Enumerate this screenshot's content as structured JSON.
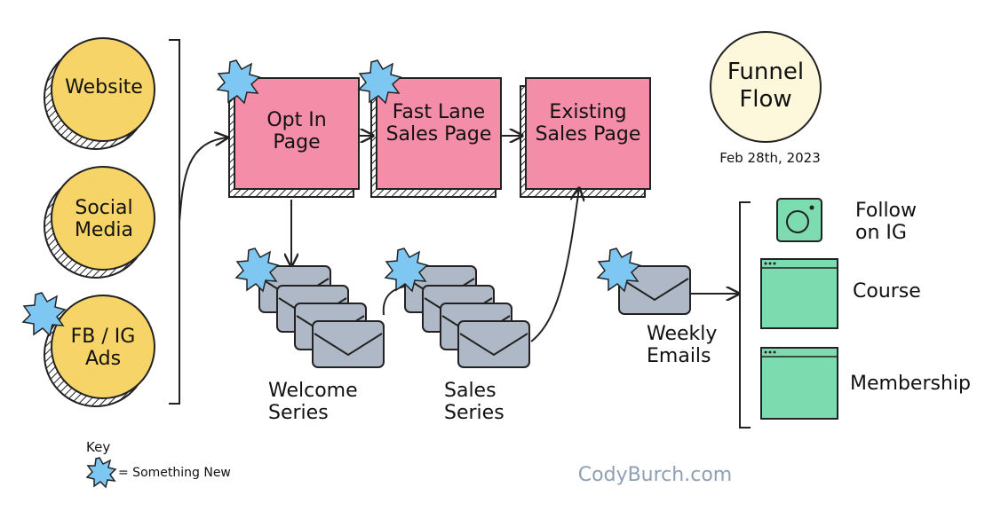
{
  "diagram": {
    "sources": [
      "Website",
      "Social Media",
      "FB / IG Ads"
    ],
    "pages": [
      "Opt In Page",
      "Fast Lane Sales Page",
      "Existing Sales Page"
    ],
    "series": {
      "welcome": "Welcome Series",
      "sales": "Sales Series",
      "weekly": "Weekly Emails"
    },
    "outputs": {
      "follow": "Follow on IG",
      "course": "Course",
      "membership": "Membership"
    },
    "title": "Funnel Flow",
    "date": "Feb 28th, 2023",
    "key": {
      "title": "Key",
      "text": "= Something New"
    },
    "footer": "CodyBurch.com",
    "colors": {
      "source_fill": "#f6d468",
      "page_fill": "#f48da8",
      "envelope_fill": "#aeb8c6",
      "new_star": "#7ec7f3",
      "output_fill": "#7cdcb0",
      "title_circle": "#fdf7dc"
    }
  }
}
